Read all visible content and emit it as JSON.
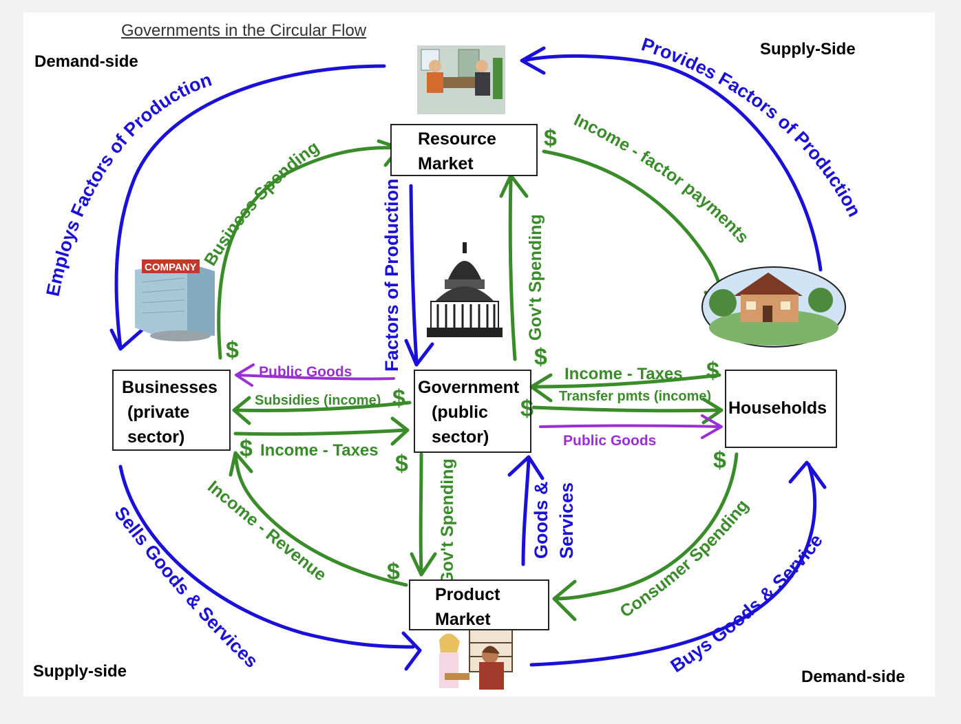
{
  "title": "Governments in the Circular Flow",
  "corners": {
    "top_left": "Demand-side",
    "top_right": "Supply-Side",
    "bottom_left": "Supply-side",
    "bottom_right": "Demand-side"
  },
  "nodes": {
    "resource_market": [
      "Resource",
      "Market"
    ],
    "product_market": [
      "Product",
      "Market"
    ],
    "businesses": [
      "Businesses",
      "(private",
      "sector)"
    ],
    "government": [
      "Government",
      "(public",
      "sector)"
    ],
    "households": [
      "Households"
    ]
  },
  "illustrations": {
    "resource_market": "office-meeting-icon",
    "product_market": "shopkeeper-icon",
    "businesses": "company-building-icon",
    "government": "capitol-dome-icon",
    "households": "house-icon",
    "business_sign": "COMPANY"
  },
  "flows": {
    "employs": "Employs Factors of Production",
    "provides": "Provides Factors of Production",
    "sells": "Sells Goods & Services",
    "buys": "Buys Goods & Services",
    "business_spending": "Business Spending",
    "income_factor": "Income - factor payments",
    "factors_of_production": "Factors of Production",
    "govt_spending_up": "Gov't Spending",
    "govt_spending_down": "Gov't Spending",
    "goods_services": [
      "Goods &",
      "Services"
    ],
    "income_revenue": "Income - Revenue",
    "consumer_spending": "Consumer Spending",
    "public_goods_left": "Public Goods",
    "subsidies": "Subsidies (income)",
    "income_taxes_left": "Income - Taxes",
    "income_taxes_right": "Income - Taxes",
    "transfer_pmts": "Transfer pmts (income)",
    "public_goods_right": "Public Goods"
  },
  "colors": {
    "real_flow": "#1a10d8",
    "money_flow": "#3a8c2a",
    "public_goods": "#9a2fd6"
  }
}
